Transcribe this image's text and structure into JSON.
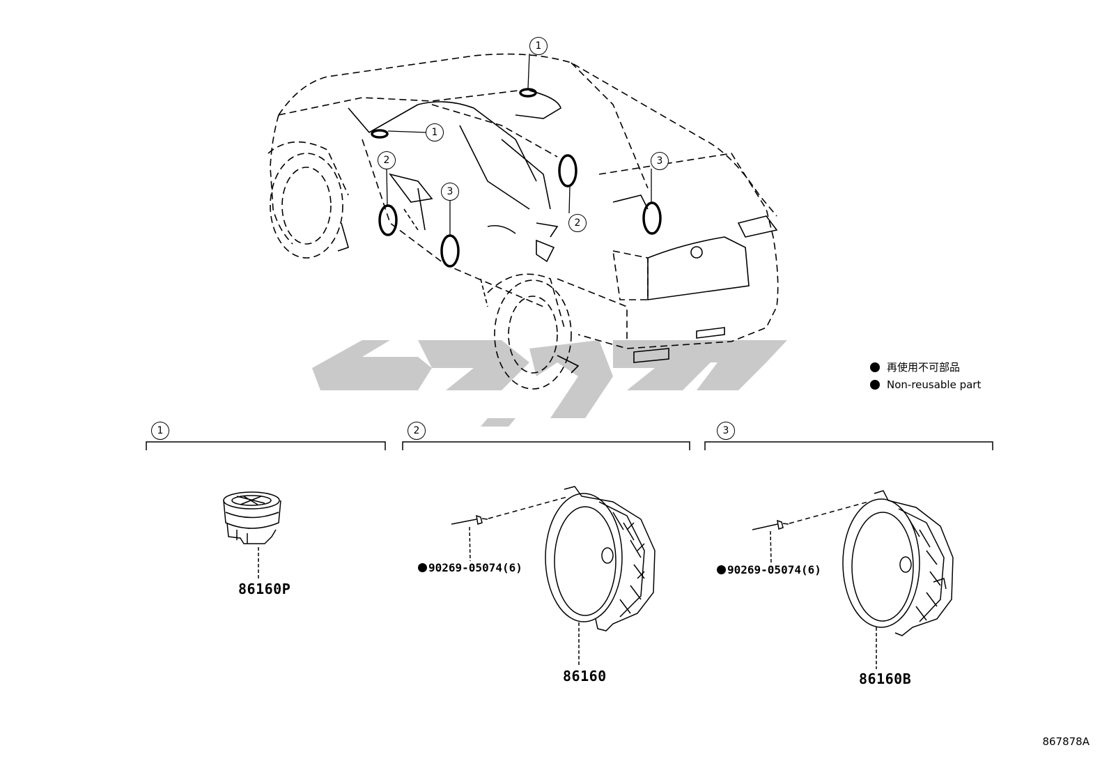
{
  "callouts": {
    "c1": "1",
    "c2": "2",
    "c3": "3"
  },
  "groups": [
    {
      "number": "1"
    },
    {
      "number": "2"
    },
    {
      "number": "3"
    }
  ],
  "parts": {
    "tweeter": "86160P",
    "front_speaker": "86160",
    "rear_speaker": "86160B",
    "rivet_left": "90269-05074(6)",
    "rivet_right": "90269-05074(6)"
  },
  "legend": {
    "line_jp": "再使用不可部品",
    "line_en": "Non-reusable part"
  },
  "reference": "867878A",
  "colors": {
    "line": "#000000",
    "watermark": "#c8c8c8"
  },
  "icons": {
    "non_reusable": "filled-circle-icon",
    "watermark": "brand-watermark-logo"
  }
}
